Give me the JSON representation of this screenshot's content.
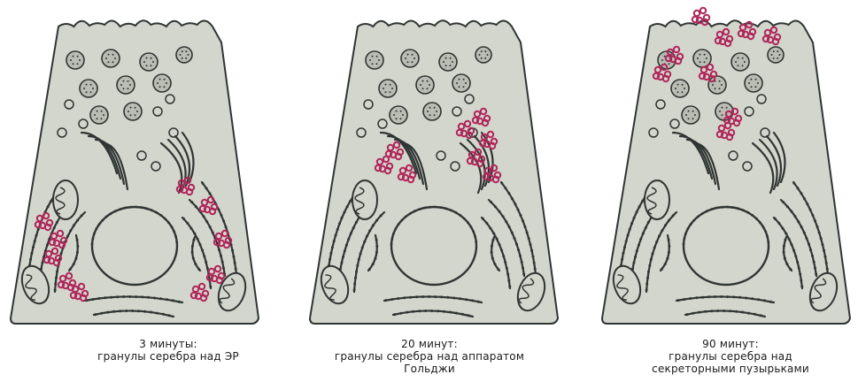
{
  "colors": {
    "cell_fill": "#d3d6cd",
    "outline": "#2f3533",
    "granule": "#b0265a",
    "background": "#ffffff"
  },
  "panels": [
    {
      "id": "panel-3min",
      "stage": "ER",
      "caption": [
        "3 минуты:",
        "гранулы серебра над ЭР"
      ]
    },
    {
      "id": "panel-20min",
      "stage": "golgi",
      "caption": [
        "20 минут:",
        "гранулы серебра над аппаратом",
        "Гольджи"
      ]
    },
    {
      "id": "panel-90min",
      "stage": "vesicles",
      "caption": [
        "90 минут:",
        "гранулы серебра над",
        "секреторными пузырьками"
      ]
    }
  ]
}
